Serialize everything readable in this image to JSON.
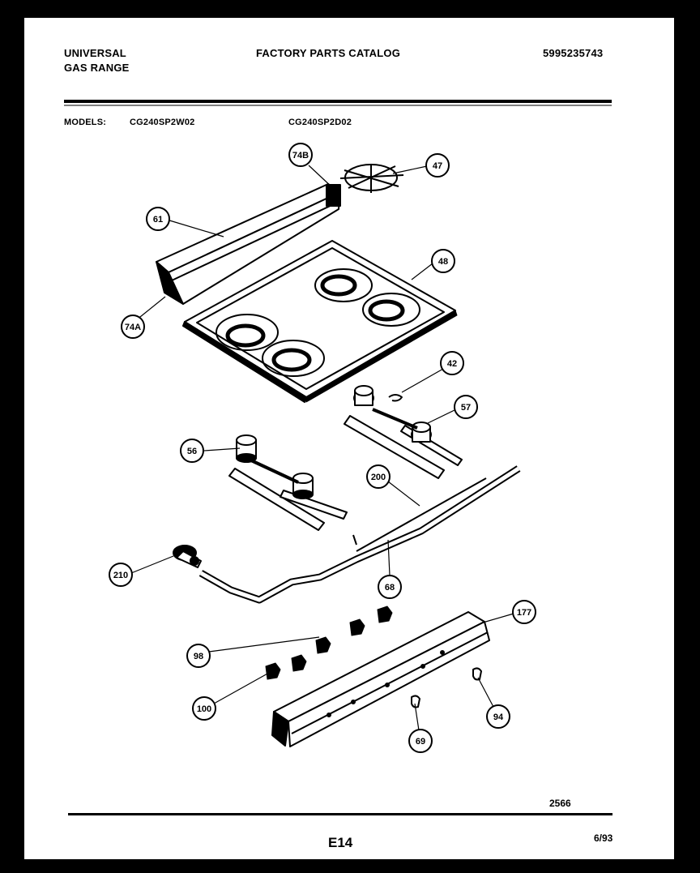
{
  "header": {
    "brand_line1": "UNIVERSAL",
    "brand_line2": "GAS RANGE",
    "title": "FACTORY PARTS CATALOG",
    "catalog_number": "5995235743",
    "models_label": "MODELS:",
    "model_1": "CG240SP2W02",
    "model_2": "CG240SP2D02"
  },
  "callouts": [
    "74B",
    "47",
    "61",
    "48",
    "74A",
    "42",
    "57",
    "56",
    "200",
    "210",
    "68",
    "177",
    "98",
    "100",
    "94",
    "69"
  ],
  "footer": {
    "drawing_number": "2566",
    "page_code": "E14",
    "date": "6/93"
  }
}
